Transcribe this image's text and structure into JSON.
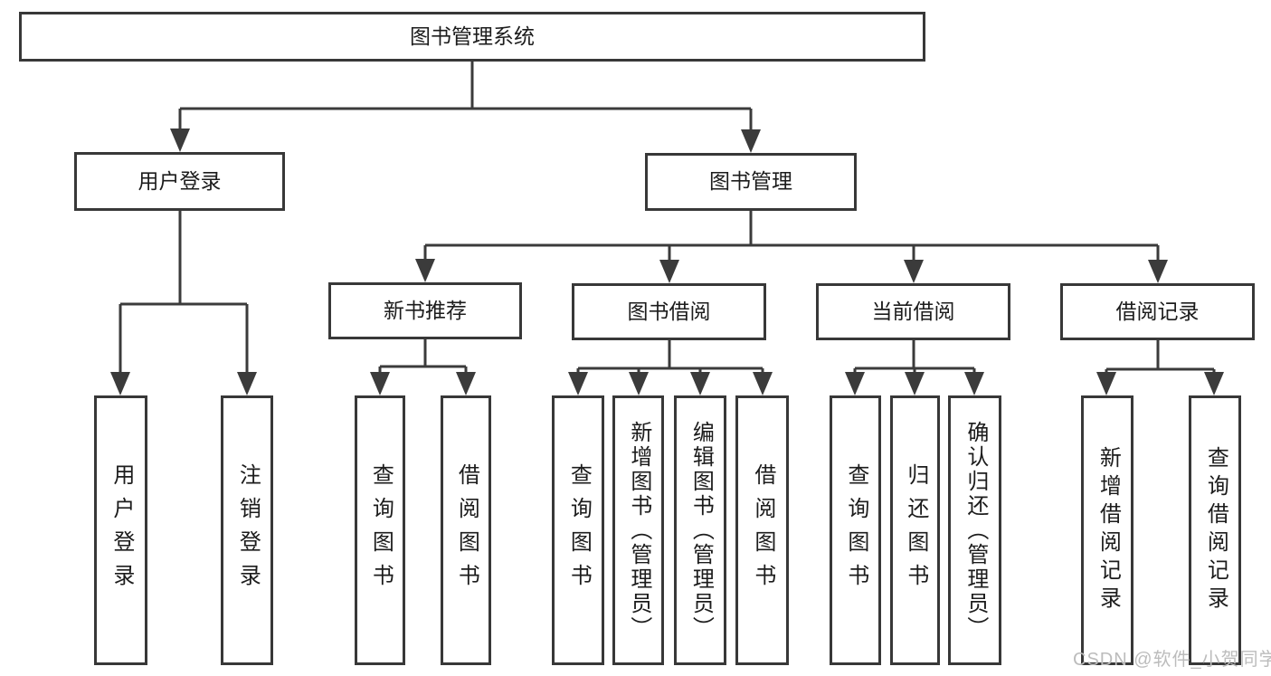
{
  "tree": {
    "label": "图书管理系统",
    "children": [
      {
        "label": "用户登录",
        "children": [
          {
            "label": "用户登录"
          },
          {
            "label": "注销登录"
          }
        ]
      },
      {
        "label": "图书管理",
        "children": [
          {
            "label": "新书推荐",
            "children": [
              {
                "label": "查询图书"
              },
              {
                "label": "借阅图书"
              }
            ]
          },
          {
            "label": "图书借阅",
            "children": [
              {
                "label": "查询图书"
              },
              {
                "label": "新增图书（管理员）"
              },
              {
                "label": "编辑图书（管理员）"
              },
              {
                "label": "借阅图书"
              }
            ]
          },
          {
            "label": "当前借阅",
            "children": [
              {
                "label": "查询图书"
              },
              {
                "label": "归还图书"
              },
              {
                "label": "确认归还（管理员）"
              }
            ]
          },
          {
            "label": "借阅记录",
            "children": [
              {
                "label": "新增借阅记录"
              },
              {
                "label": "查询借阅记录"
              }
            ]
          }
        ]
      }
    ]
  },
  "watermark": {
    "text": "CSDN @软件_小贺同学"
  },
  "colors": {
    "line": "#3b3b3b",
    "box_border": "#383838",
    "text": "#1c1c1c",
    "watermark": "#bcbcbc"
  }
}
